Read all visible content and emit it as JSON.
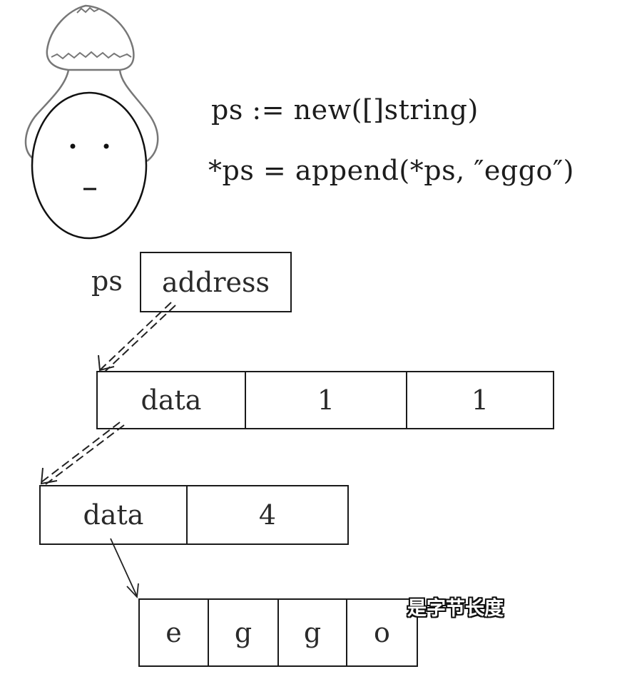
{
  "code": {
    "line1": "ps := new([]string)",
    "line2": "*ps = append(*ps, ″eggo″)"
  },
  "pointer_var": {
    "name": "ps",
    "value": "address"
  },
  "slice_header": {
    "cells": [
      "data",
      "1",
      "1"
    ]
  },
  "string_header": {
    "cells": [
      "data",
      "4"
    ]
  },
  "bytes": {
    "cells": [
      "e",
      "g",
      "g",
      "o"
    ]
  },
  "subtitle": "是字节长度"
}
